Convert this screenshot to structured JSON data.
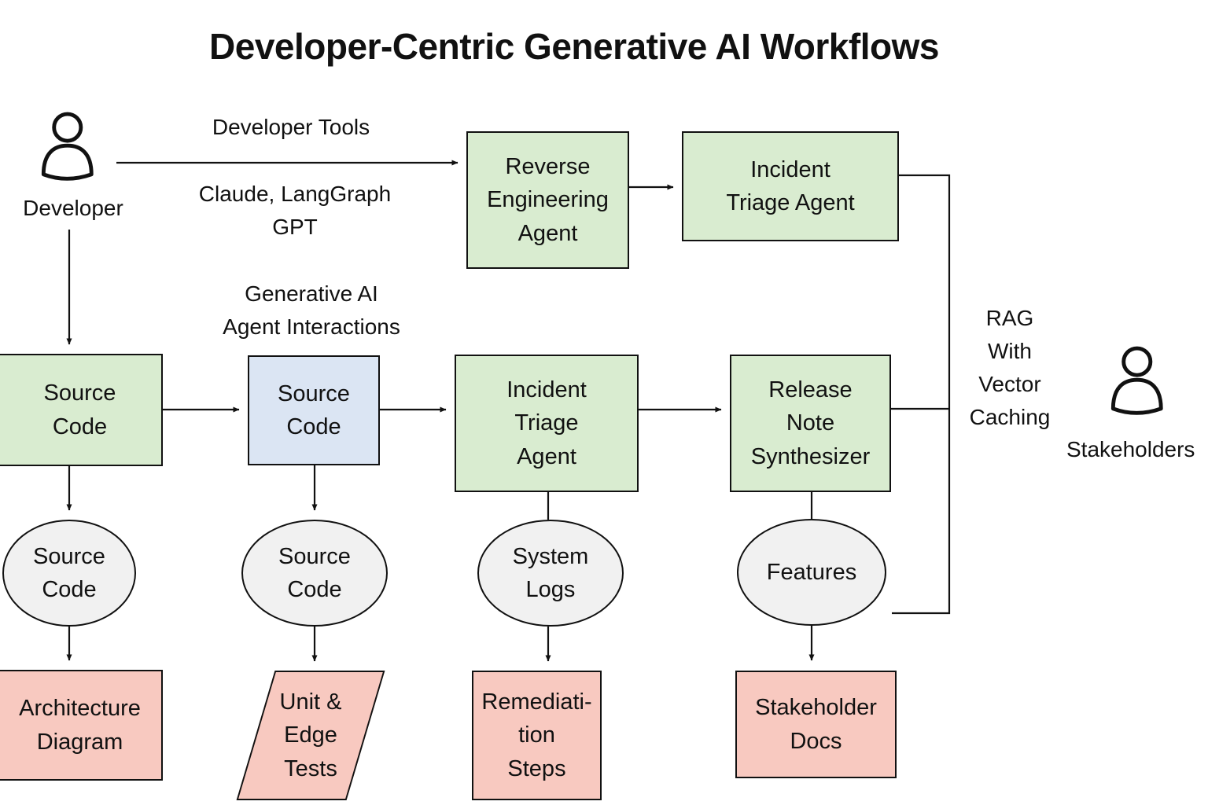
{
  "title": "Developer-Centric Generative AI Workflows",
  "colors": {
    "process_green": "#d9ecd0",
    "artifact_blue": "#dbe5f3",
    "data_gray": "#f1f1f1",
    "output_pink": "#f8c9c0",
    "line": "#111111"
  },
  "actors": {
    "developer": "Developer",
    "stakeholders": "Stakeholders"
  },
  "edge_labels": {
    "developer_tools": "Developer Tools",
    "developer_tools_sub": "Claude, LangGraph\nGPT",
    "agent_interactions": "Generative AI\nAgent Interactions",
    "rag": "RAG\nWith\nVector\nCaching"
  },
  "nodes": {
    "reverse_engineering_agent": "Reverse\nEngineering\nAgent",
    "incident_triage_agent_top": "Incident\nTriage Agent",
    "source_code_input": "Source\nCode",
    "source_code_agent": "Source\nCode",
    "incident_triage_agent": "Incident\nTriage\nAgent",
    "release_note_synthesizer": "Release\nNote\nSynthesizer",
    "source_code_data_1": "Source\nCode",
    "source_code_data_2": "Source\nCode",
    "system_logs": "System\nLogs",
    "features": "Features",
    "architecture_diagram": "Architecture\nDiagram",
    "unit_edge_tests": "Unit &\nEdge\nTests",
    "remediation_steps": "Remediati-\ntion\nSteps",
    "stakeholder_docs": "Stakeholder\nDocs"
  }
}
